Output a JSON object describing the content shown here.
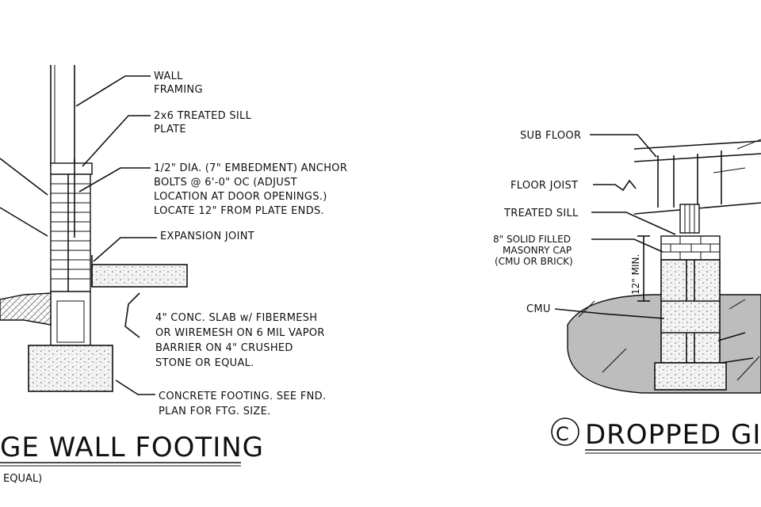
{
  "left_detail": {
    "labels": {
      "wall_framing_1": "WALL",
      "wall_framing_2": "FRAMING",
      "sill_1": "2x6 TREATED SILL",
      "sill_2": "PLATE",
      "anchor_1": "1/2\" DIA. (7\" EMBEDMENT) ANCHOR",
      "anchor_2": "BOLTS @ 6'-0\" OC (ADJUST",
      "anchor_3": "LOCATION AT DOOR OPENINGS.)",
      "anchor_4": "LOCATE 12\" FROM PLATE ENDS.",
      "expansion": "EXPANSION JOINT",
      "slab_1": "4\" CONC. SLAB w/ FIBERMESH",
      "slab_2": "OR WIREMESH ON 6 MIL VAPOR",
      "slab_3": "BARRIER ON 4\" CRUSHED",
      "slab_4": "STONE OR EQUAL.",
      "footing_1": "CONCRETE FOOTING. SEE FND.",
      "footing_2": "PLAN FOR FTG. SIZE."
    },
    "title": "GE WALL FOOTING",
    "subtitle": "EQUAL)"
  },
  "right_detail": {
    "labels": {
      "sub_floor": "SUB FLOOR",
      "floor_joist": "FLOOR JOIST",
      "treated_sill": "TREATED SILL",
      "cap_1": "8\" SOLID FILLED",
      "cap_2": "MASONRY CAP",
      "cap_3": "(CMU OR BRICK)",
      "cmu": "CMU",
      "dimension": "12\" MIN."
    },
    "title_symbol": "C",
    "title": "DROPPED GI"
  }
}
